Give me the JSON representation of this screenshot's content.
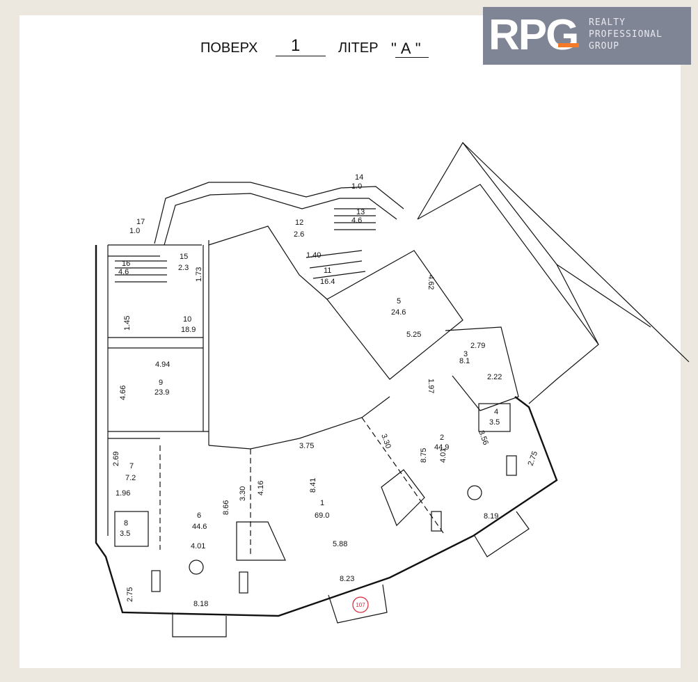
{
  "header": {
    "floor_word": "ПОВЕРХ",
    "floor_number": "1",
    "letter_word": "ЛІТЕР",
    "letter_value": "\" А \""
  },
  "logo": {
    "mark": "RPG",
    "line1": "REALTY",
    "line2": "PROFESSIONAL",
    "line3": "GROUP",
    "accent_color": "#f47a2a"
  },
  "rooms": [
    {
      "id": "r1",
      "num": "1",
      "area": "69.0"
    },
    {
      "id": "r2",
      "num": "2",
      "area": "44.9"
    },
    {
      "id": "r3",
      "num": "3",
      "area": "8.1"
    },
    {
      "id": "r5",
      "num": "5",
      "area": "24.6"
    },
    {
      "id": "r6",
      "num": "6",
      "area": "44.6"
    },
    {
      "id": "r7",
      "num": "7",
      "area": "7.2"
    },
    {
      "id": "r8",
      "num": "8",
      "area": "3.5"
    },
    {
      "id": "r9",
      "num": "9",
      "area": "23.9"
    },
    {
      "id": "r10",
      "num": "10",
      "area": "18.9"
    },
    {
      "id": "r11",
      "num": "11",
      "area": "16.4"
    },
    {
      "id": "r12",
      "num": "12",
      "area": "2.6"
    },
    {
      "id": "r13",
      "num": "13",
      "area": "4.6"
    },
    {
      "id": "r14",
      "num": "14",
      "area": "1.0"
    },
    {
      "id": "r15",
      "num": "15",
      "area": "2.3"
    },
    {
      "id": "r16",
      "num": "16",
      "area": "4.6"
    },
    {
      "id": "r17",
      "num": "17",
      "area": "1.0"
    },
    {
      "id": "r4",
      "num": "4",
      "area": "3.5"
    }
  ],
  "dimensions": {
    "d_494": "4.94",
    "d_466": "4.66",
    "d_145": "1.45",
    "d_173": "1.73",
    "d_140": "1.40",
    "d_462": "4.62",
    "d_525": "5.25",
    "d_279": "2.79",
    "d_197": "1.97",
    "d_222": "2.22",
    "d_356": "3.56",
    "d_330a": "3.30",
    "d_375": "3.75",
    "d_841": "8.41",
    "d_875": "8.75",
    "d_401a": "4.01",
    "d_275r": "2.75",
    "d_819": "8.19",
    "d_588": "5.88",
    "d_823": "8.23",
    "d_269": "2.69",
    "d_196": "1.96",
    "d_866": "8.66",
    "d_330b": "3.30",
    "d_416": "4.16",
    "d_401b": "4.01",
    "d_275l": "2.75",
    "d_818": "8.18"
  },
  "marker": {
    "text": "107",
    "color": "#d8283a"
  }
}
